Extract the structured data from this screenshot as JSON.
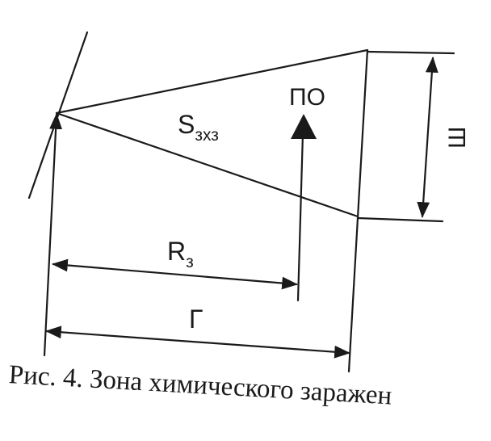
{
  "diagram": {
    "labels": {
      "po": "ПО",
      "area_main": "S",
      "area_sub": "зхз",
      "width": "Ш",
      "radius_main": "R",
      "radius_sub": "з",
      "depth": "Г"
    },
    "caption": "Рис. 4. Зона химического заражен"
  }
}
